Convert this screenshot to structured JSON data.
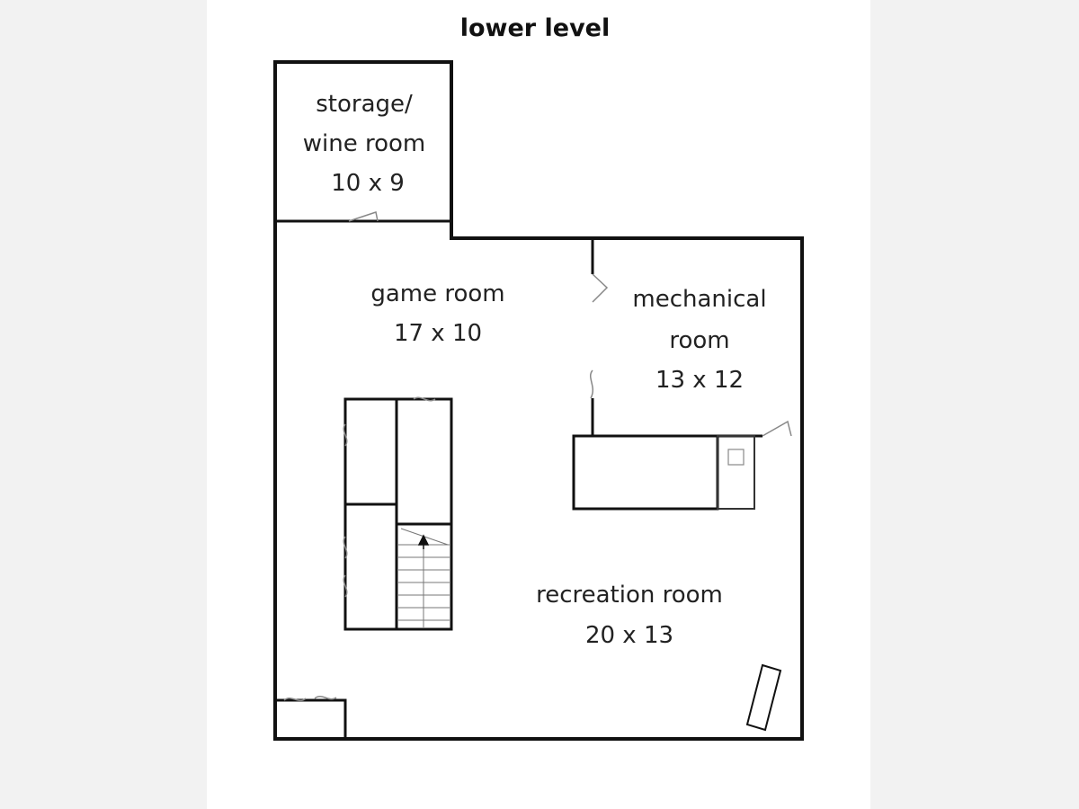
{
  "title": "lower level",
  "rooms": {
    "storage": {
      "name_line1": "storage/",
      "name_line2": "wine room",
      "size": "10 x 9"
    },
    "game": {
      "name": "game room",
      "size": "17 x 10"
    },
    "mechanical": {
      "name_line1": "mechanical",
      "name_line2": "room",
      "size": "13 x 12"
    },
    "recreation": {
      "name": "recreation room",
      "size": "20 x 13"
    }
  },
  "colors": {
    "wall": "#111111",
    "fixture": "#333333",
    "door": "#888888",
    "background": "#f2f2f2",
    "page": "#ffffff"
  }
}
